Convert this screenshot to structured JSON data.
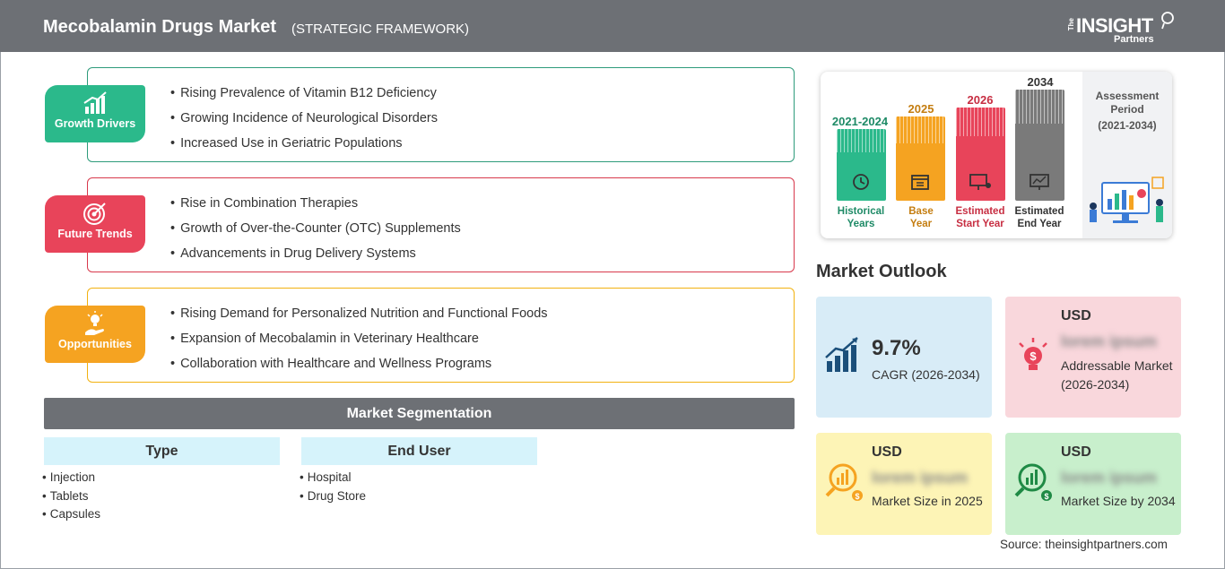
{
  "header": {
    "title": "Mecobalamin Drugs Market",
    "subtitle": "(STRATEGIC FRAMEWORK)",
    "logo_the": "The",
    "logo_insight": "INSIGHT",
    "logo_partners": "Partners"
  },
  "factors": [
    {
      "label": "Growth Drivers",
      "color": "#2bb98b",
      "icon": "growth-chart-icon",
      "items": [
        "Rising Prevalence of Vitamin B12 Deficiency",
        "Growing Incidence of Neurological Disorders",
        "Increased Use in Geriatric Populations"
      ]
    },
    {
      "label": "Future Trends",
      "color": "#e8445a",
      "icon": "target-icon",
      "items": [
        "Rise in Combination Therapies",
        "Growth of Over-the-Counter (OTC) Supplements",
        "Advancements in Drug Delivery Systems"
      ]
    },
    {
      "label": "Opportunities",
      "color": "#f5a321",
      "icon": "lightbulb-hand-icon",
      "items": [
        "Rising Demand for Personalized Nutrition and Functional Foods",
        "Expansion of Mecobalamin in Veterinary Healthcare",
        "Collaboration with Healthcare and Wellness Programs"
      ]
    }
  ],
  "segmentation": {
    "title": "Market Segmentation",
    "groups": [
      {
        "name": "Type",
        "items": [
          "Injection",
          "Tablets",
          "Capsules"
        ]
      },
      {
        "name": "End User",
        "items": [
          "Hospital",
          "Drug Store"
        ]
      }
    ]
  },
  "timeline": {
    "periods": [
      {
        "year": "2021-2024",
        "label_line1": "Historical",
        "label_line2": "Years",
        "color": "#2bb98b"
      },
      {
        "year": "2025",
        "label_line1": "Base",
        "label_line2": "Year",
        "color": "#f5a321"
      },
      {
        "year": "2026",
        "label_line1": "Estimated",
        "label_line2": "Start Year",
        "color": "#e8445a"
      },
      {
        "year": "2034",
        "label_line1": "Estimated",
        "label_line2": "End Year",
        "color": "#7a7a7a"
      }
    ],
    "assessment_title_1": "Assessment",
    "assessment_title_2": "Period",
    "assessment_period": "(2021-2034)"
  },
  "outlook": {
    "title": "Market Outlook",
    "cagr_value": "9.7%",
    "cagr_label": "CAGR (2026-2034)",
    "addressable_currency": "USD",
    "addressable_value": "lorem ipsum",
    "addressable_label": "Addressable Market (2026-2034)",
    "size_2025_currency": "USD",
    "size_2025_value": "lorem ipsum",
    "size_2025_label": "Market Size in 2025",
    "size_2034_currency": "USD",
    "size_2034_value": "lorem ipsum",
    "size_2034_label": "Market Size by 2034"
  },
  "source": "Source: theinsightpartners.com"
}
